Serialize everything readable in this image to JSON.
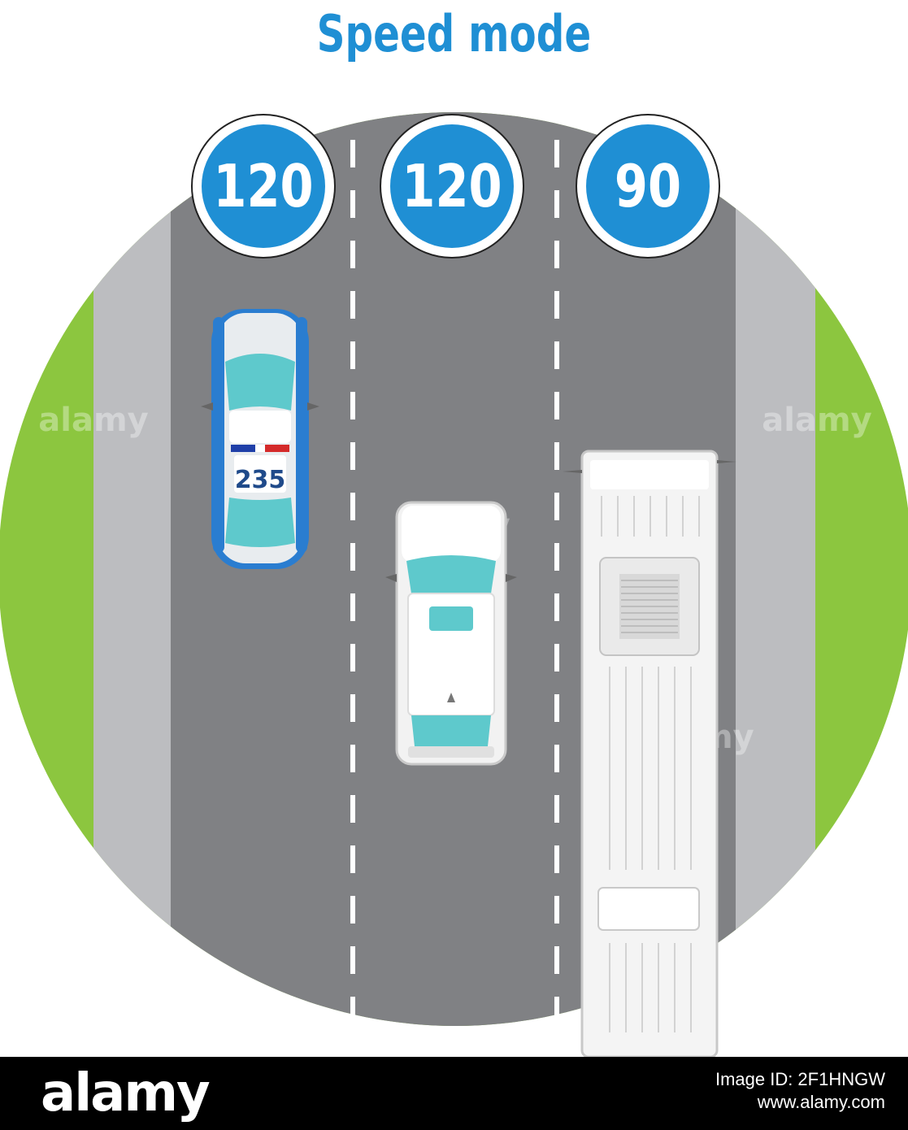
{
  "title": "Speed mode",
  "colors": {
    "title": "#1f8fd4",
    "grass": "#8cc63f",
    "asphalt": "#808184",
    "shoulder": "#bcbdc0",
    "sign_blue": "#1f8fd4",
    "police_blue": "#2a7dd0",
    "glass": "#5ec9cc"
  },
  "speed_signs": [
    {
      "value": "120"
    },
    {
      "value": "120"
    },
    {
      "value": "90"
    }
  ],
  "police_car": {
    "number": "235"
  },
  "watermark": "alamy",
  "footer": {
    "logo": "alamy",
    "image_id": "Image ID: 2F1HNGW",
    "site": "www.alamy.com"
  }
}
